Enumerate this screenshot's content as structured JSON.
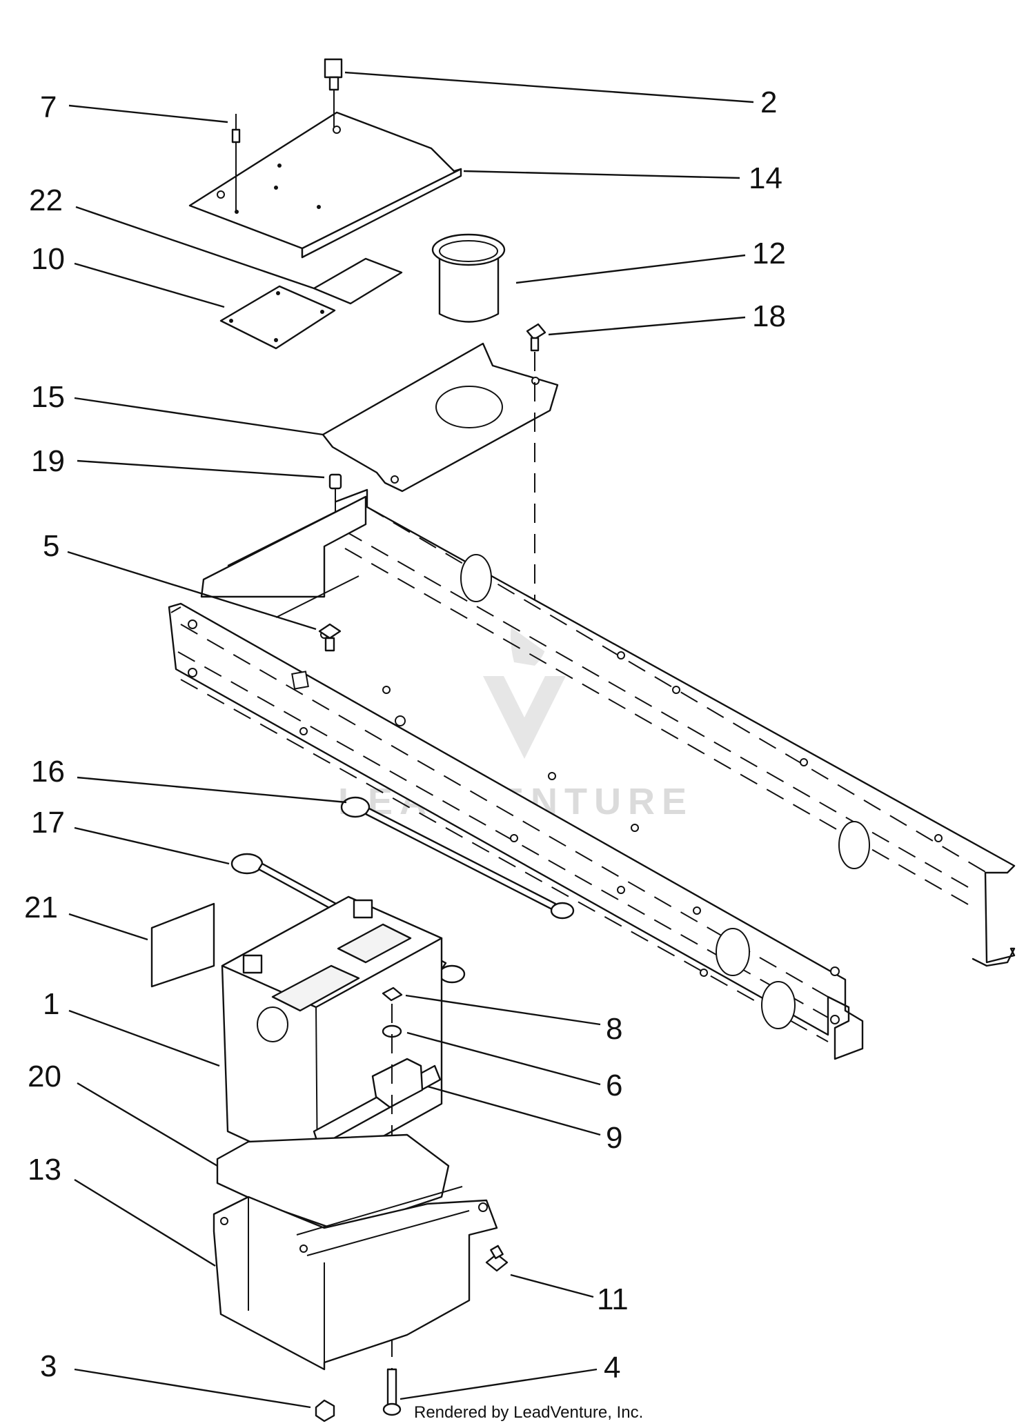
{
  "diagram": {
    "callouts": [
      "1",
      "2",
      "3",
      "4",
      "5",
      "6",
      "7",
      "8",
      "9",
      "10",
      "11",
      "12",
      "13",
      "14",
      "15",
      "16",
      "17",
      "18",
      "19",
      "20",
      "21",
      "22"
    ],
    "watermark": "LEADVENTURE",
    "credit": "Rendered by LeadVenture, Inc."
  },
  "colors": {
    "line": "#111111",
    "background": "#ffffff",
    "watermark": "#d8d8d8"
  }
}
